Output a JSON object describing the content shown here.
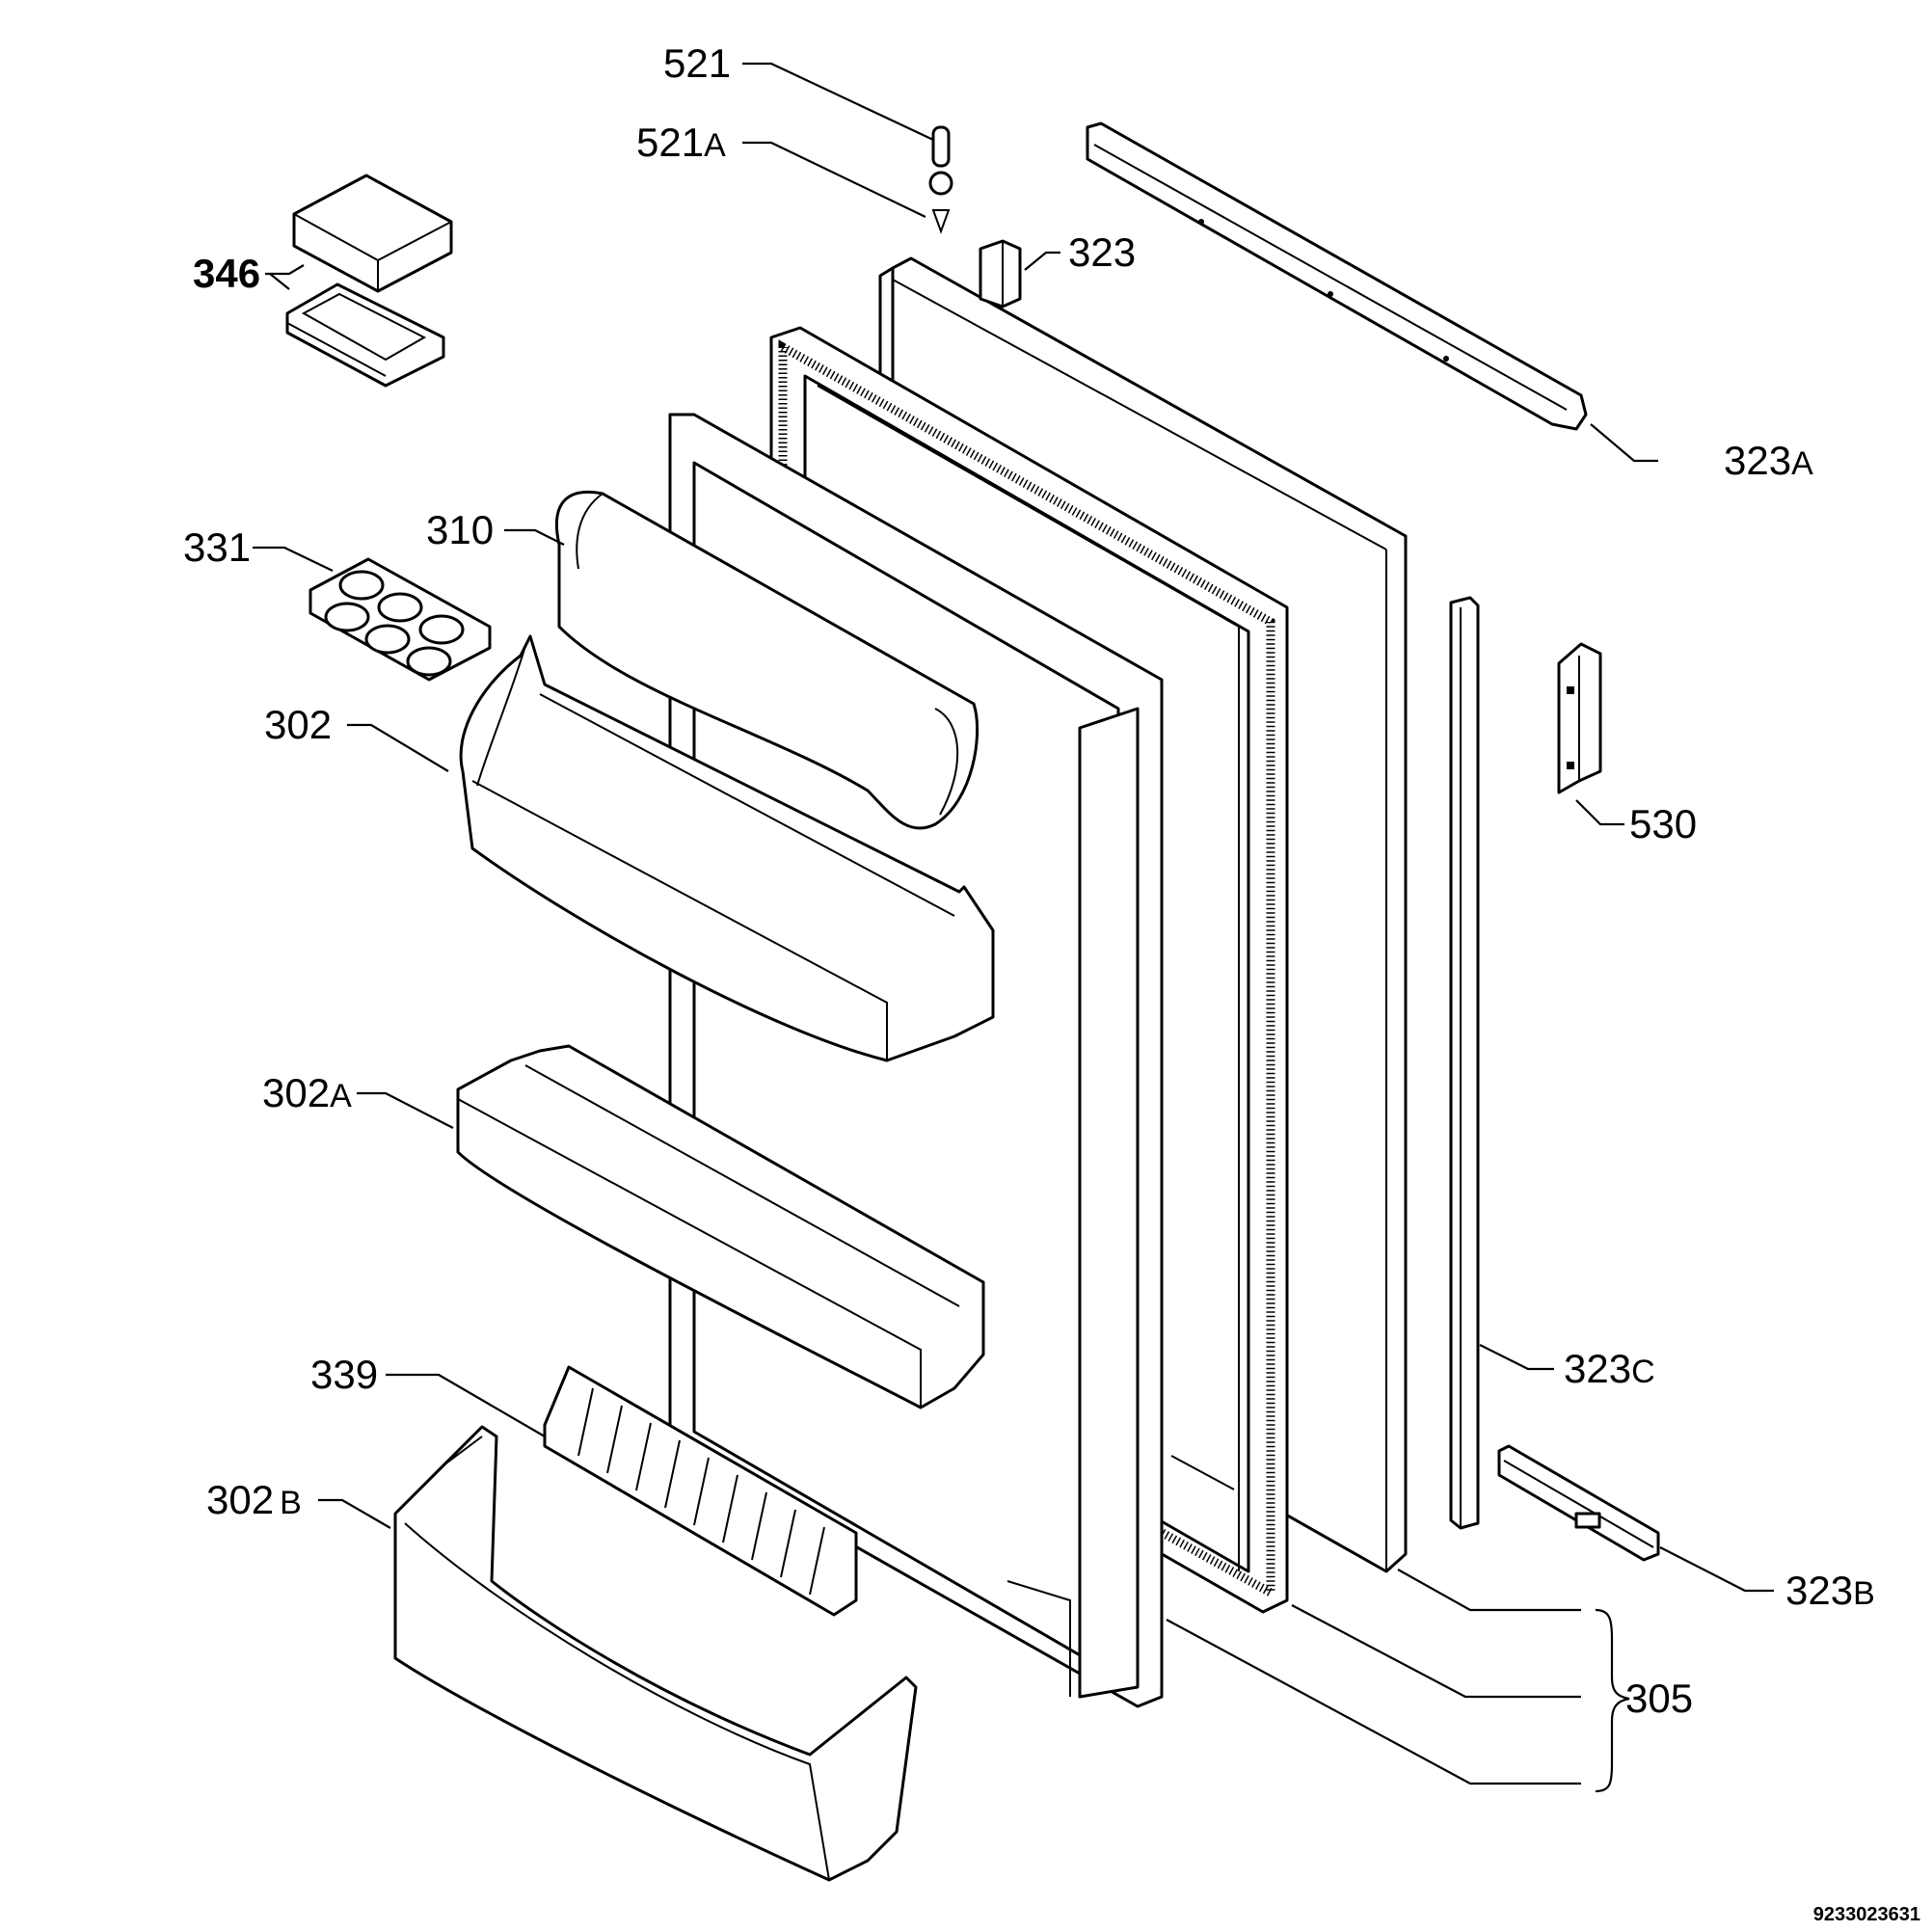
{
  "diagram": {
    "labels": [
      {
        "id": "521",
        "text": "521"
      },
      {
        "id": "521A",
        "text": "521",
        "suffix": "A"
      },
      {
        "id": "323",
        "text": "323"
      },
      {
        "id": "323A",
        "text": "323",
        "suffix": "A"
      },
      {
        "id": "346",
        "text": "346"
      },
      {
        "id": "310",
        "text": "310"
      },
      {
        "id": "331",
        "text": "331"
      },
      {
        "id": "302",
        "text": "302"
      },
      {
        "id": "530",
        "text": "530"
      },
      {
        "id": "302A",
        "text": "302",
        "suffix": "A"
      },
      {
        "id": "323C",
        "text": "323",
        "suffix": "C"
      },
      {
        "id": "339",
        "text": "339"
      },
      {
        "id": "302B",
        "text": "302",
        "suffix": "B"
      },
      {
        "id": "323B",
        "text": "323",
        "suffix": "B"
      },
      {
        "id": "305",
        "text": "305"
      }
    ],
    "document_number": "9233023631"
  }
}
